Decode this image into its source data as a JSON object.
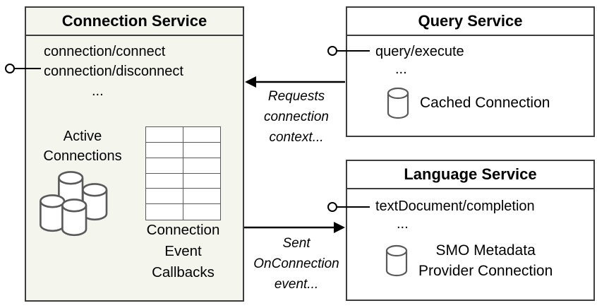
{
  "connection_service": {
    "title": "Connection Service",
    "methods": [
      "connection/connect",
      "connection/disconnect",
      "..."
    ],
    "active_connections": [
      "Active",
      "Connections"
    ],
    "callbacks": [
      "Connection",
      "Event",
      "Callbacks"
    ]
  },
  "query_service": {
    "title": "Query Service",
    "method": "query/execute",
    "ellipsis": "...",
    "cached_connection": "Cached Connection"
  },
  "language_service": {
    "title": "Language Service",
    "method": "textDocument/completion",
    "ellipsis": "...",
    "provider": [
      "SMO Metadata",
      "Provider Connection"
    ]
  },
  "annotations": {
    "requests": [
      "Requests",
      "connection",
      "context..."
    ],
    "sent": [
      "Sent",
      "OnConnection",
      "event..."
    ]
  },
  "colors": {
    "box_border": "#3d3d3d",
    "connection_bg": "#f4f6ee",
    "service_bg": "#ffffff",
    "icon_stroke": "#595959",
    "line": "#000000"
  }
}
